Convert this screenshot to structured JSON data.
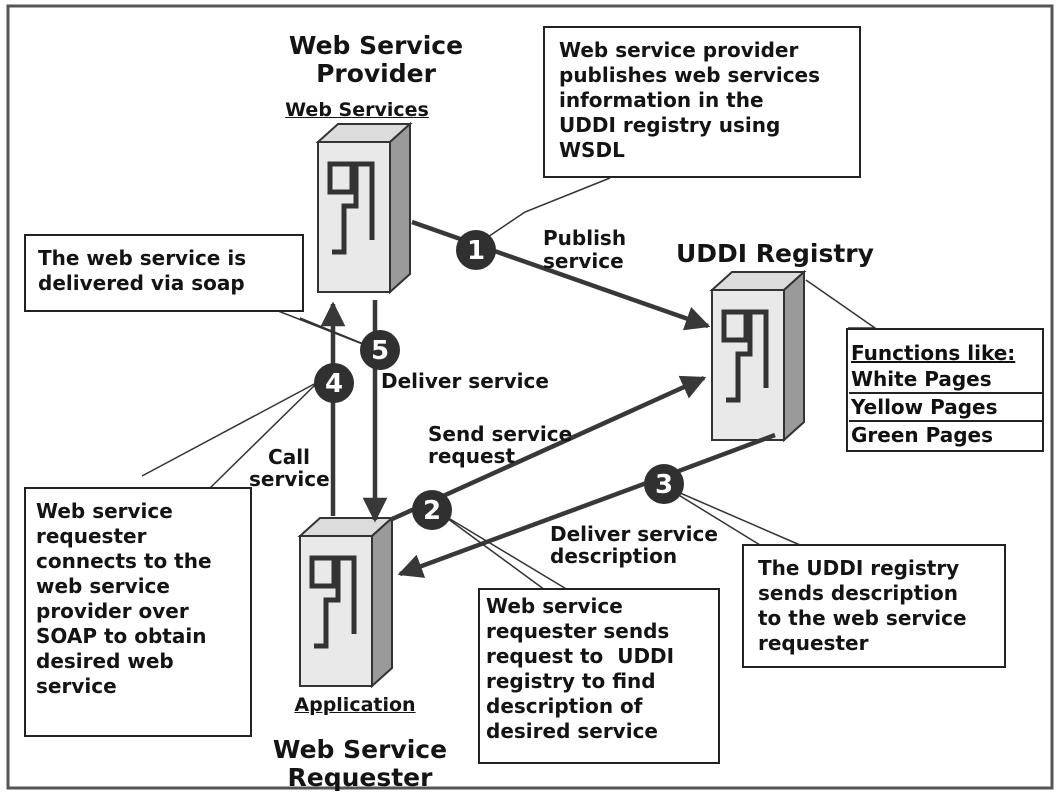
{
  "provider": {
    "title_line1": "Web Service",
    "title_line2": "Provider",
    "subtitle": "Web Services",
    "server_icon": "server-tower-icon"
  },
  "registry": {
    "title": "UDDI Registry",
    "server_icon": "server-tower-icon",
    "functions": [
      "Functions like:",
      "White Pages",
      "Yellow Pages",
      "Green Pages"
    ]
  },
  "requester": {
    "title_line1": "Web Service",
    "title_line2": "Requester",
    "subtitle": "Application",
    "server_icon": "server-tower-icon"
  },
  "steps": [
    "1",
    "2",
    "3",
    "4",
    "5"
  ],
  "edge_labels": {
    "publish": "Publish\nservice",
    "deliver": "Deliver service",
    "send_request": "Send service\nrequest",
    "call": "Call\nservice",
    "deliver_description": "Deliver service\ndescription"
  },
  "notes": {
    "publish": "Web service provider\npublishes web services\ninformation in the\nUDDI registry using\nWSDL",
    "delivered": "The web service is\ndelivered via soap",
    "connects": "Web service\nrequester\nconnects to the\nweb service\nprovider over\nSOAP to obtain\ndesired web\nservice",
    "sends_request": "Web service\nrequester sends\nrequest to  UDDI\nregistry to find\ndescription of\ndesired service",
    "sends_description": "The UDDI registry\nsends description\nto the web service\nrequester"
  }
}
